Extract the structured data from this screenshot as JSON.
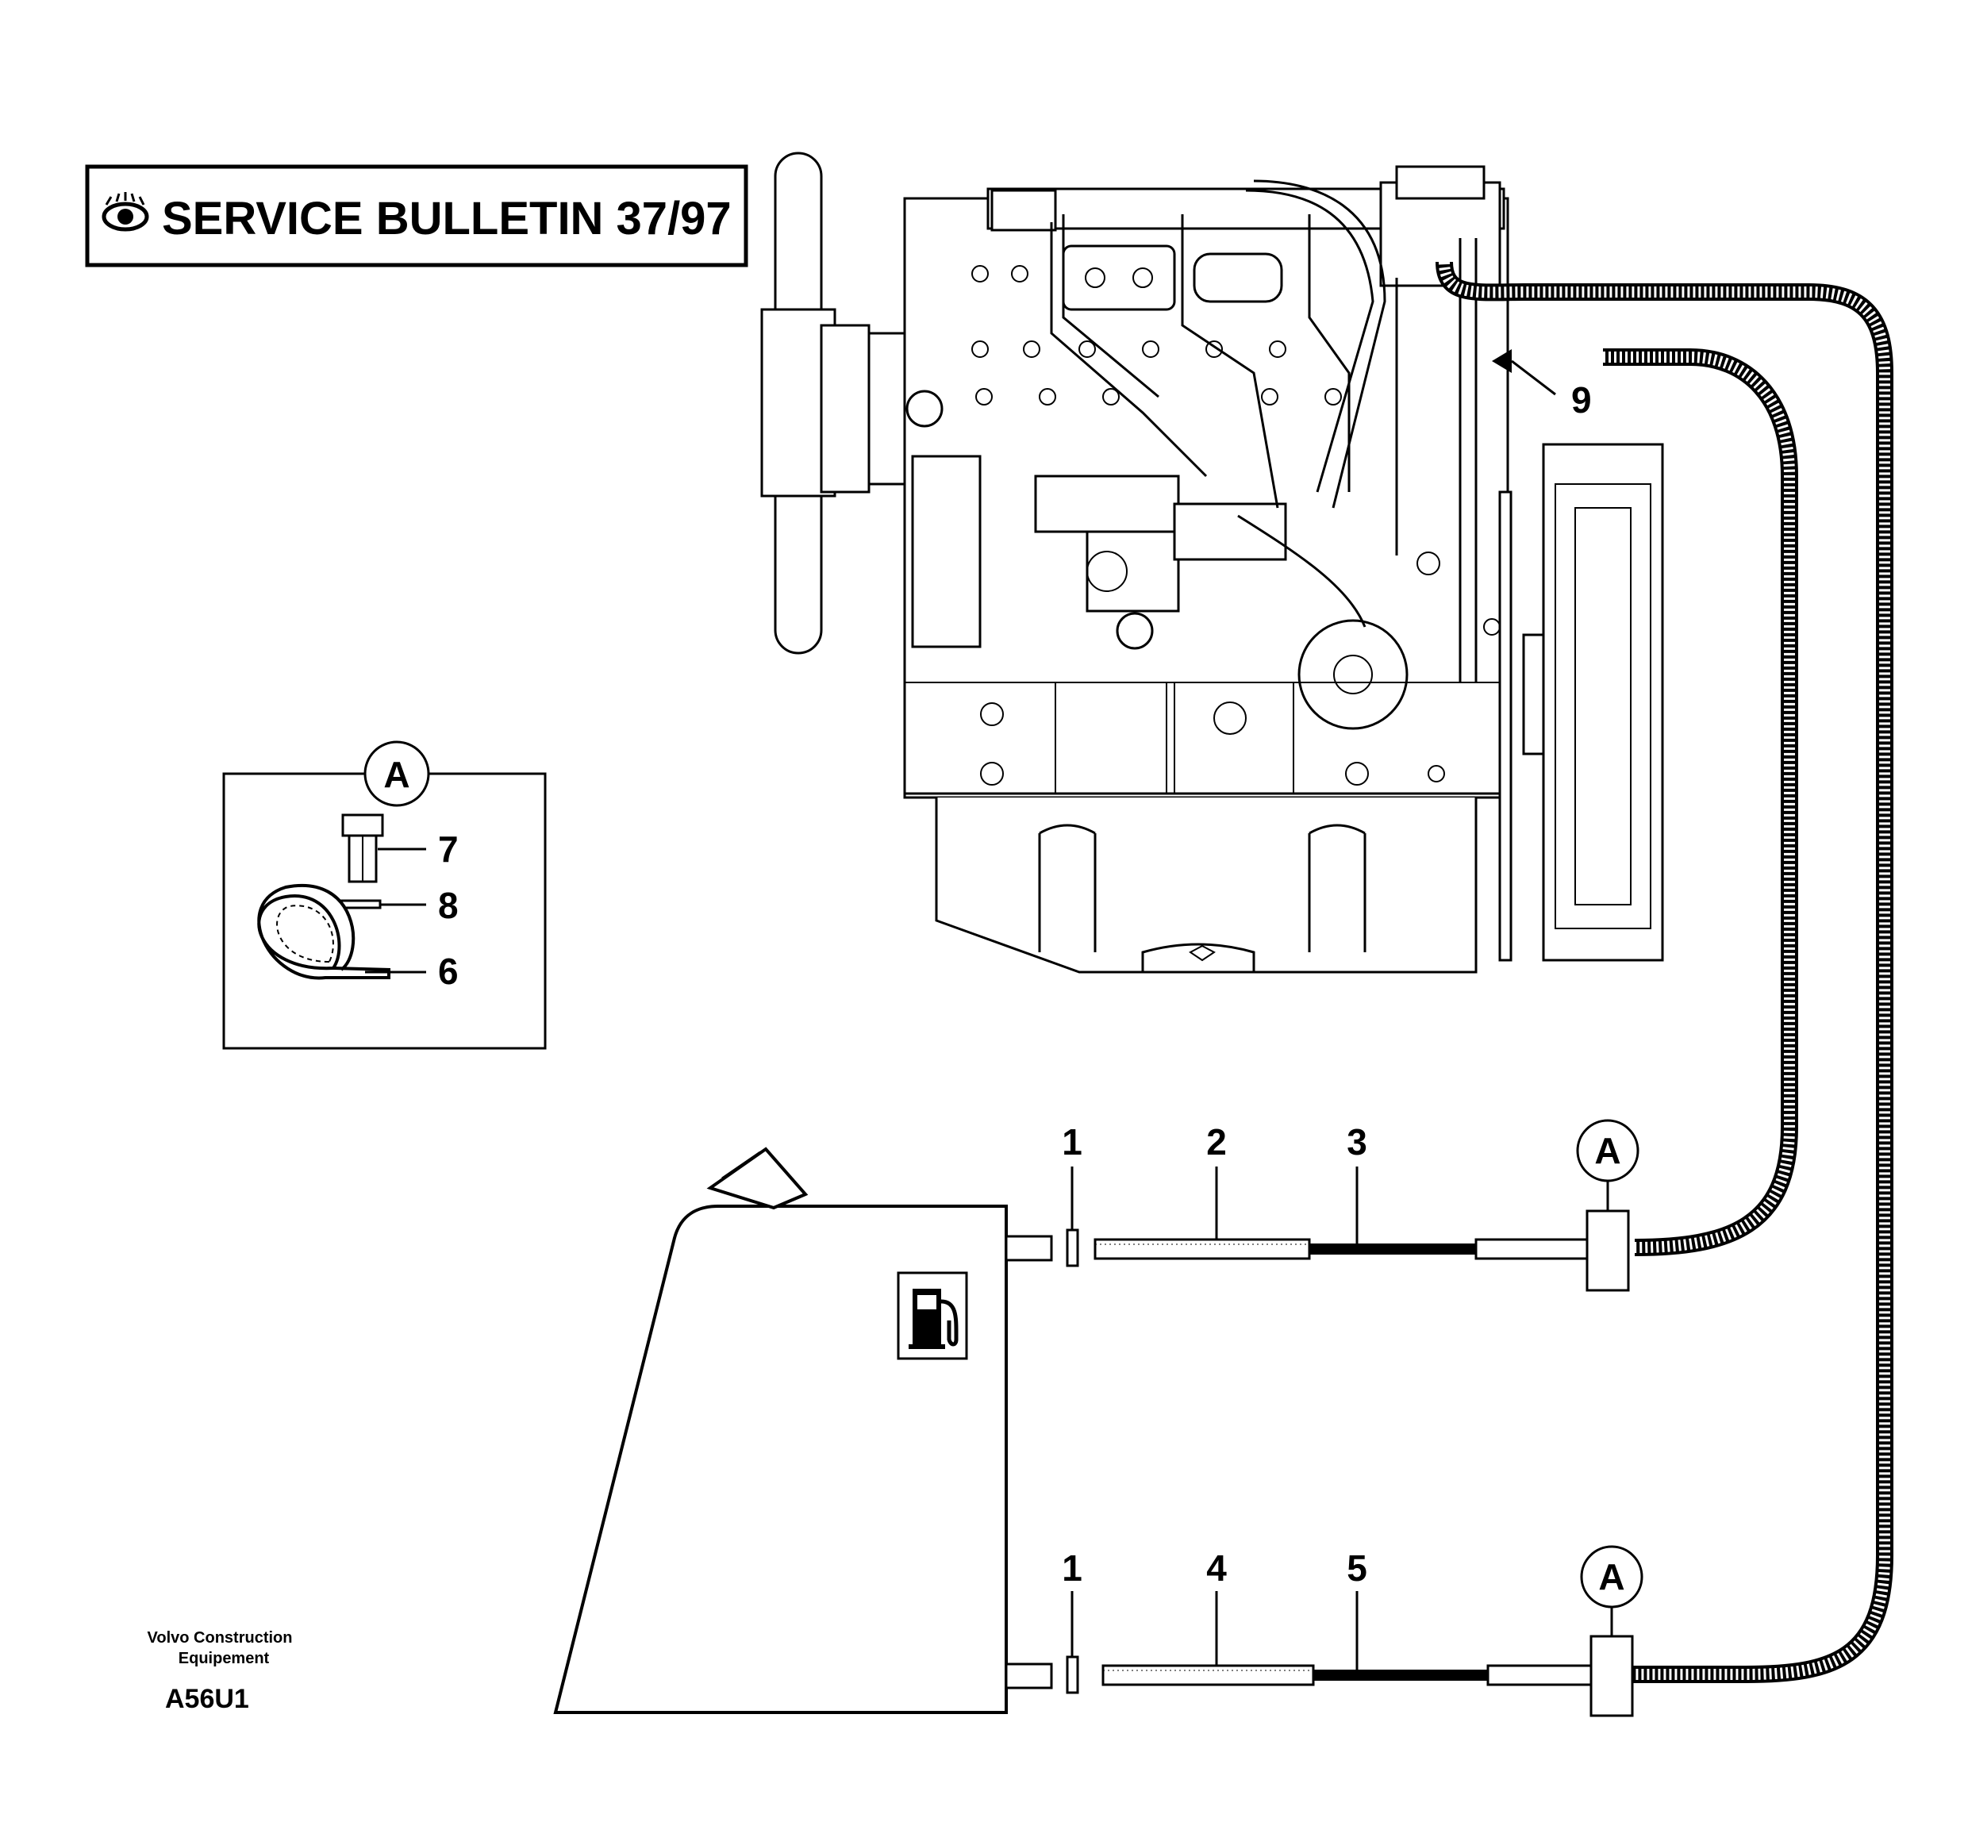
{
  "bulletin": {
    "title": "SERVICE BULLETIN 37/97",
    "icon": "eye-icon"
  },
  "detail_box": {
    "marker": "A",
    "labels": [
      "7",
      "8",
      "6"
    ]
  },
  "engine": {
    "callout": "9"
  },
  "fuel_lines": {
    "upper": {
      "labels": [
        "1",
        "2",
        "3"
      ],
      "marker": "A"
    },
    "lower": {
      "labels": [
        "1",
        "4",
        "5"
      ],
      "marker": "A"
    }
  },
  "tank": {
    "icon": "fuel-pump-icon"
  },
  "footer": {
    "company_line1": "Volvo Construction",
    "company_line2": "Equipement",
    "code": "A56U1"
  }
}
